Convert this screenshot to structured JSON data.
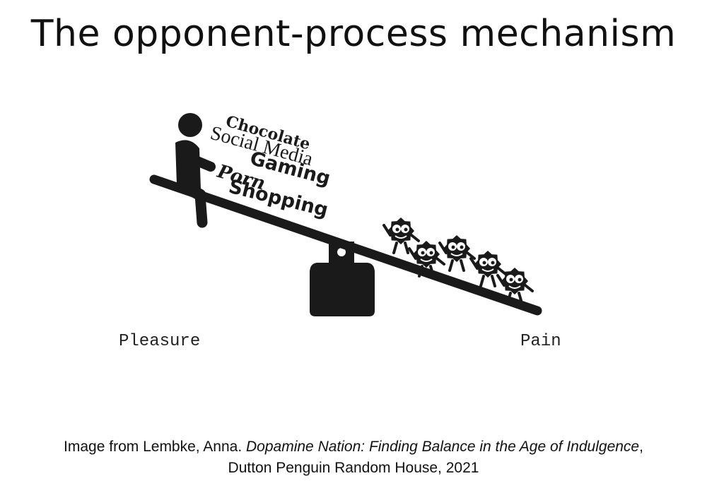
{
  "slide": {
    "title": "The opponent-process mechanism"
  },
  "figure": {
    "stack_words": [
      "Chocolate",
      "Social Media",
      "Gaming",
      "Porn",
      "Shopping"
    ],
    "left_label": "Pleasure",
    "right_label": "Pain",
    "gremlin_count": 5
  },
  "caption": {
    "prefix": "Image from Lembke, Anna. ",
    "book_title": "Dopamine Nation: Finding Balance in the Age of Indulgence",
    "suffix": ",",
    "line2": "Dutton Penguin Random House, 2021"
  }
}
